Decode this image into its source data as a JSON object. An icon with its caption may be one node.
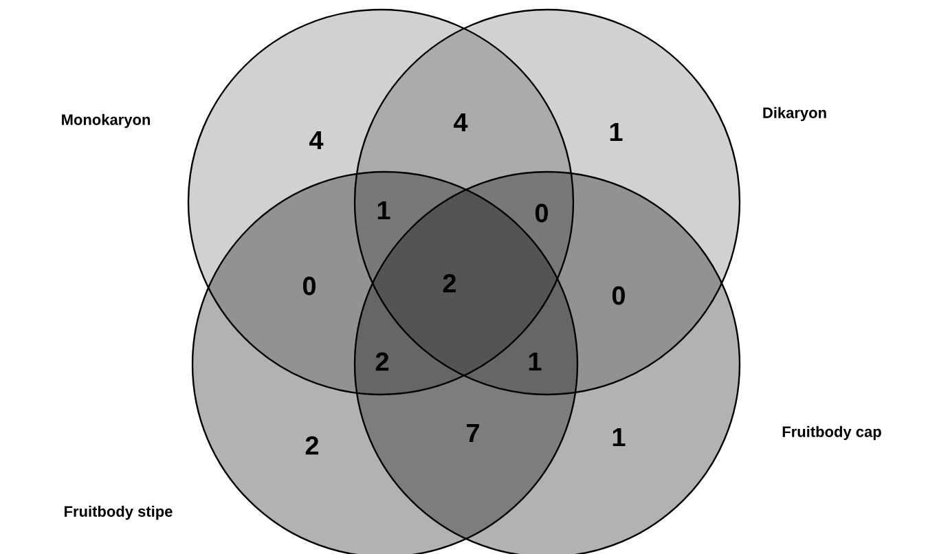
{
  "diagram": {
    "nodes": [
      {
        "text": [
          "Monokaryon"
        ]
      },
      {
        "text": [
          "Dikaryon"
        ]
      },
      {
        "text": [
          "Fruitbody cap"
        ]
      },
      {
        "text": [
          "Fruitbody stipe"
        ]
      }
    ],
    "labels": [
      "4",
      "4",
      "1",
      "1",
      "0",
      "0",
      "2",
      "0",
      "2",
      "1",
      "2",
      "7",
      "1"
    ]
  }
}
